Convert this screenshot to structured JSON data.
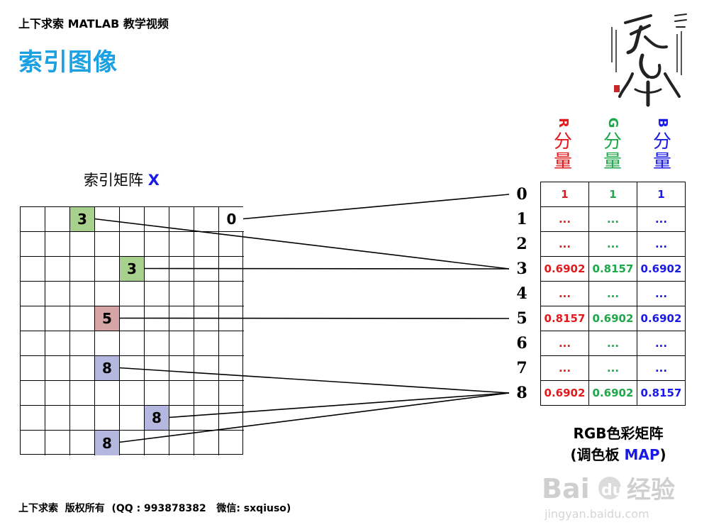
{
  "header": {
    "course_title": "上下求索 MATLAB 教学视频",
    "slide_title": "索引图像"
  },
  "index_matrix": {
    "label": "索引矩阵",
    "var": "X",
    "cols": 9,
    "rows": 10,
    "cells": [
      {
        "row": 0,
        "col": 2,
        "value": "3",
        "color": "#a9d18e"
      },
      {
        "row": 0,
        "col": 8,
        "value": "0",
        "color": "#ffffff"
      },
      {
        "row": 2,
        "col": 4,
        "value": "3",
        "color": "#a9d18e"
      },
      {
        "row": 4,
        "col": 3,
        "value": "5",
        "color": "#d6a4a4"
      },
      {
        "row": 6,
        "col": 3,
        "value": "8",
        "color": "#b4b8e0"
      },
      {
        "row": 8,
        "col": 5,
        "value": "8",
        "color": "#b4b8e0"
      },
      {
        "row": 9,
        "col": 3,
        "value": "8",
        "color": "#b4b8e0"
      }
    ]
  },
  "components": [
    {
      "letter": "R",
      "word": "分量",
      "color": "#e31a1c"
    },
    {
      "letter": "G",
      "word": "分量",
      "color": "#1fa84a"
    },
    {
      "letter": "B",
      "word": "分量",
      "color": "#1a1ae6"
    }
  ],
  "colormap": {
    "row_indices": [
      "0",
      "1",
      "2",
      "3",
      "4",
      "5",
      "6",
      "7",
      "8"
    ],
    "rows": [
      [
        "1",
        "1",
        "1"
      ],
      [
        "...",
        "...",
        "..."
      ],
      [
        "...",
        "...",
        "..."
      ],
      [
        "0.6902",
        "0.8157",
        "0.6902"
      ],
      [
        "...",
        "...",
        "..."
      ],
      [
        "0.8157",
        "0.6902",
        "0.6902"
      ],
      [
        "...",
        "...",
        "..."
      ],
      [
        "...",
        "...",
        "..."
      ],
      [
        "0.6902",
        "0.6902",
        "0.8157"
      ]
    ],
    "caption_line1": "RGB色彩矩阵",
    "caption_line2_prefix": "(调色板 ",
    "caption_line2_highlight": "MAP",
    "caption_line2_suffix": ")"
  },
  "connectors": [
    {
      "from_cell": 1,
      "to_row": 0
    },
    {
      "from_cell": 0,
      "to_row": 3
    },
    {
      "from_cell": 2,
      "to_row": 3
    },
    {
      "from_cell": 3,
      "to_row": 5
    },
    {
      "from_cell": 4,
      "to_row": 8
    },
    {
      "from_cell": 5,
      "to_row": 8
    },
    {
      "from_cell": 6,
      "to_row": 8
    }
  ],
  "footer": {
    "copyright": "上下求索  版权所有  (QQ : 993878382   微信: sxqiuso)"
  },
  "icons": {
    "seal_logo": "calligraphy-seal-logo",
    "watermark": "baidu-jingyan-watermark"
  },
  "watermark": {
    "brand": "Bai",
    "brand_mid": "du",
    "brand_cn": "经验",
    "url": "jingyan.baidu.com"
  }
}
